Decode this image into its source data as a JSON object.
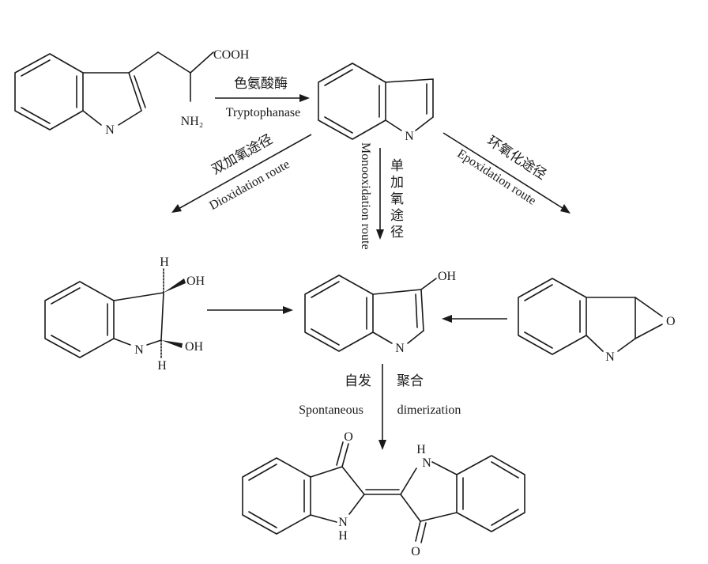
{
  "atoms": {
    "N": "N",
    "NH2": "NH₂",
    "COOH": "COOH",
    "OH": "OH",
    "O": "O",
    "H": "H"
  },
  "labels": {
    "tryptophanase_cn": "色氨酸酶",
    "tryptophanase_en": "Tryptophanase",
    "dioxidation_cn": "双加氧途径",
    "dioxidation_en": "Dioxidation route",
    "monooxidation_cn": "单加氧途径",
    "monooxidation_en": "Monooxidation route",
    "epoxidation_cn": "环氧化途径",
    "epoxidation_en": "Epoxidation route",
    "spontaneous_cn": "自发",
    "spontaneous_en": "Spontaneous",
    "dimerization_cn": "聚合",
    "dimerization_en": "dimerization"
  }
}
